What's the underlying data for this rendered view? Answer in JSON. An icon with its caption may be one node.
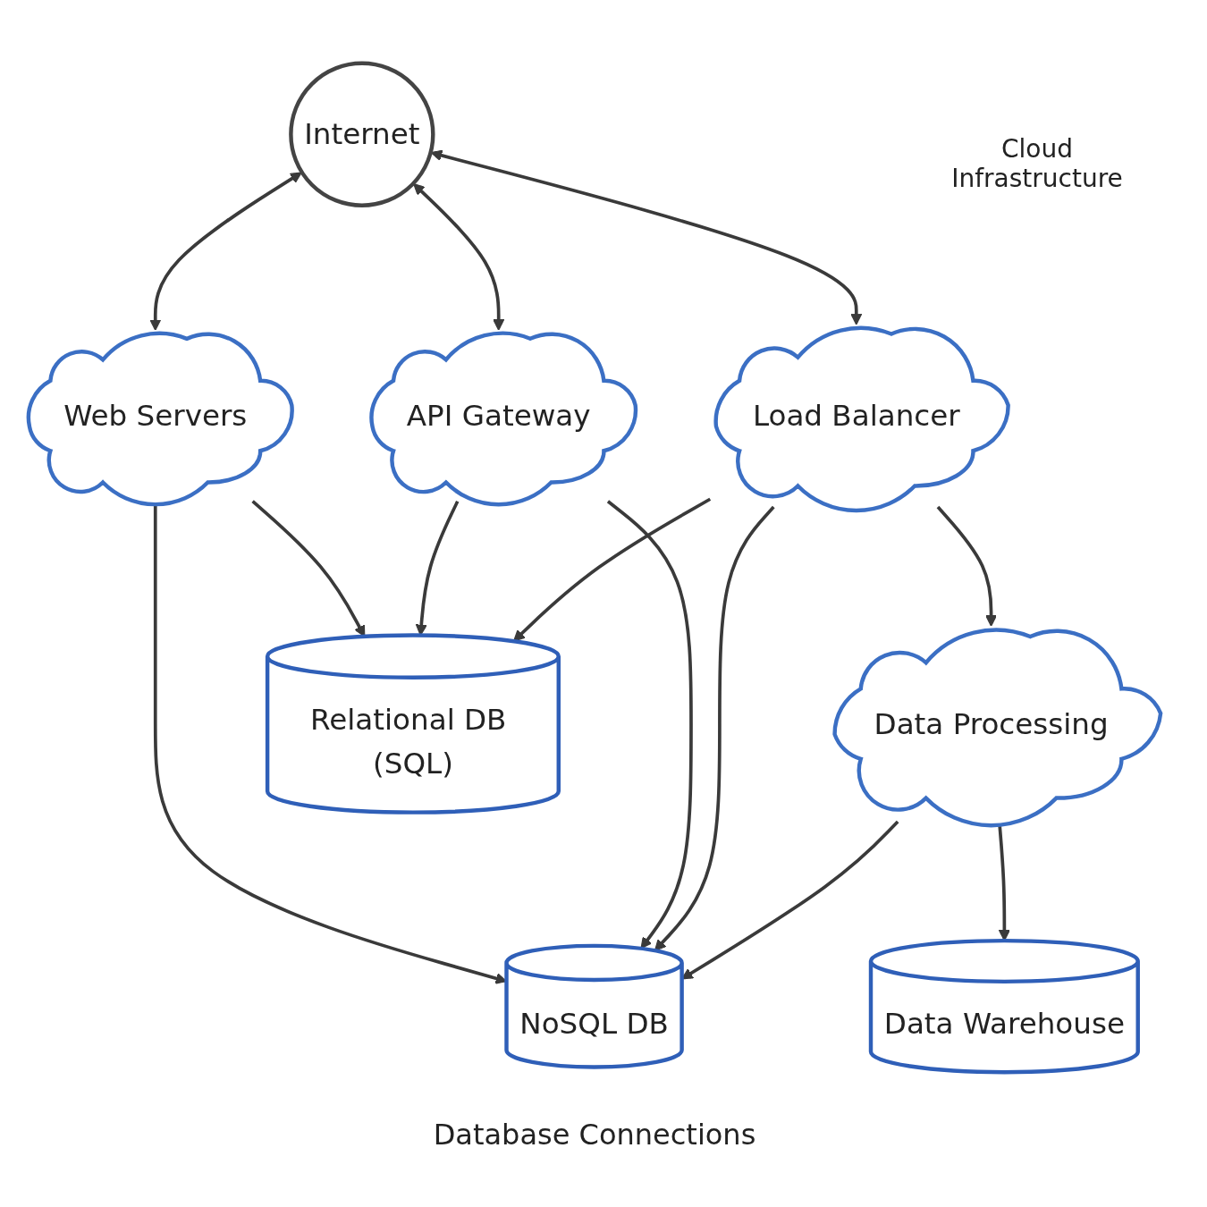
{
  "diagram": {
    "nodes": [
      {
        "text": [
          "Internet"
        ]
      },
      {
        "text": [
          "Web Servers"
        ]
      },
      {
        "text": [
          "API Gateway"
        ]
      },
      {
        "text": [
          "Load Balancer"
        ]
      },
      {
        "text": [
          "Data Processing"
        ]
      },
      {
        "text": [
          "Relational DB (SQL)"
        ]
      },
      {
        "text": [
          "NoSQL DB"
        ]
      },
      {
        "text": [
          "Data Warehouse"
        ]
      }
    ],
    "edges": [
      {
        "from": 0,
        "to": 1,
        "arrow": "both"
      },
      {
        "from": 0,
        "to": 2,
        "arrow": "both"
      },
      {
        "from": 0,
        "to": 3,
        "arrow": "both"
      },
      {
        "from": 3,
        "to": 4,
        "arrow": "to"
      },
      {
        "from": 1,
        "to": 5,
        "arrow": "to"
      },
      {
        "from": 1,
        "to": 6,
        "arrow": "to"
      },
      {
        "from": 2,
        "to": 5,
        "arrow": "to"
      },
      {
        "from": 2,
        "to": 6,
        "arrow": "to"
      },
      {
        "from": 3,
        "to": 5,
        "arrow": "to"
      },
      {
        "from": 3,
        "to": 6,
        "arrow": "to"
      },
      {
        "from": 4,
        "to": 6,
        "arrow": "to"
      },
      {
        "from": 4,
        "to": 7,
        "arrow": "to"
      }
    ],
    "labels": [
      "Cloud Infrastructure",
      "Database Connections"
    ]
  }
}
